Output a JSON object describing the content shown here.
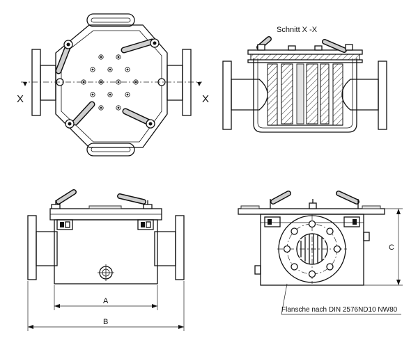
{
  "labels": {
    "section_title": "Schnitt X -X",
    "section_left": "X",
    "section_right": "X",
    "dim_a": "A",
    "dim_b": "B",
    "dim_c": "C",
    "flange_note": "Flansche nach DIN 2576ND10 NW80"
  }
}
